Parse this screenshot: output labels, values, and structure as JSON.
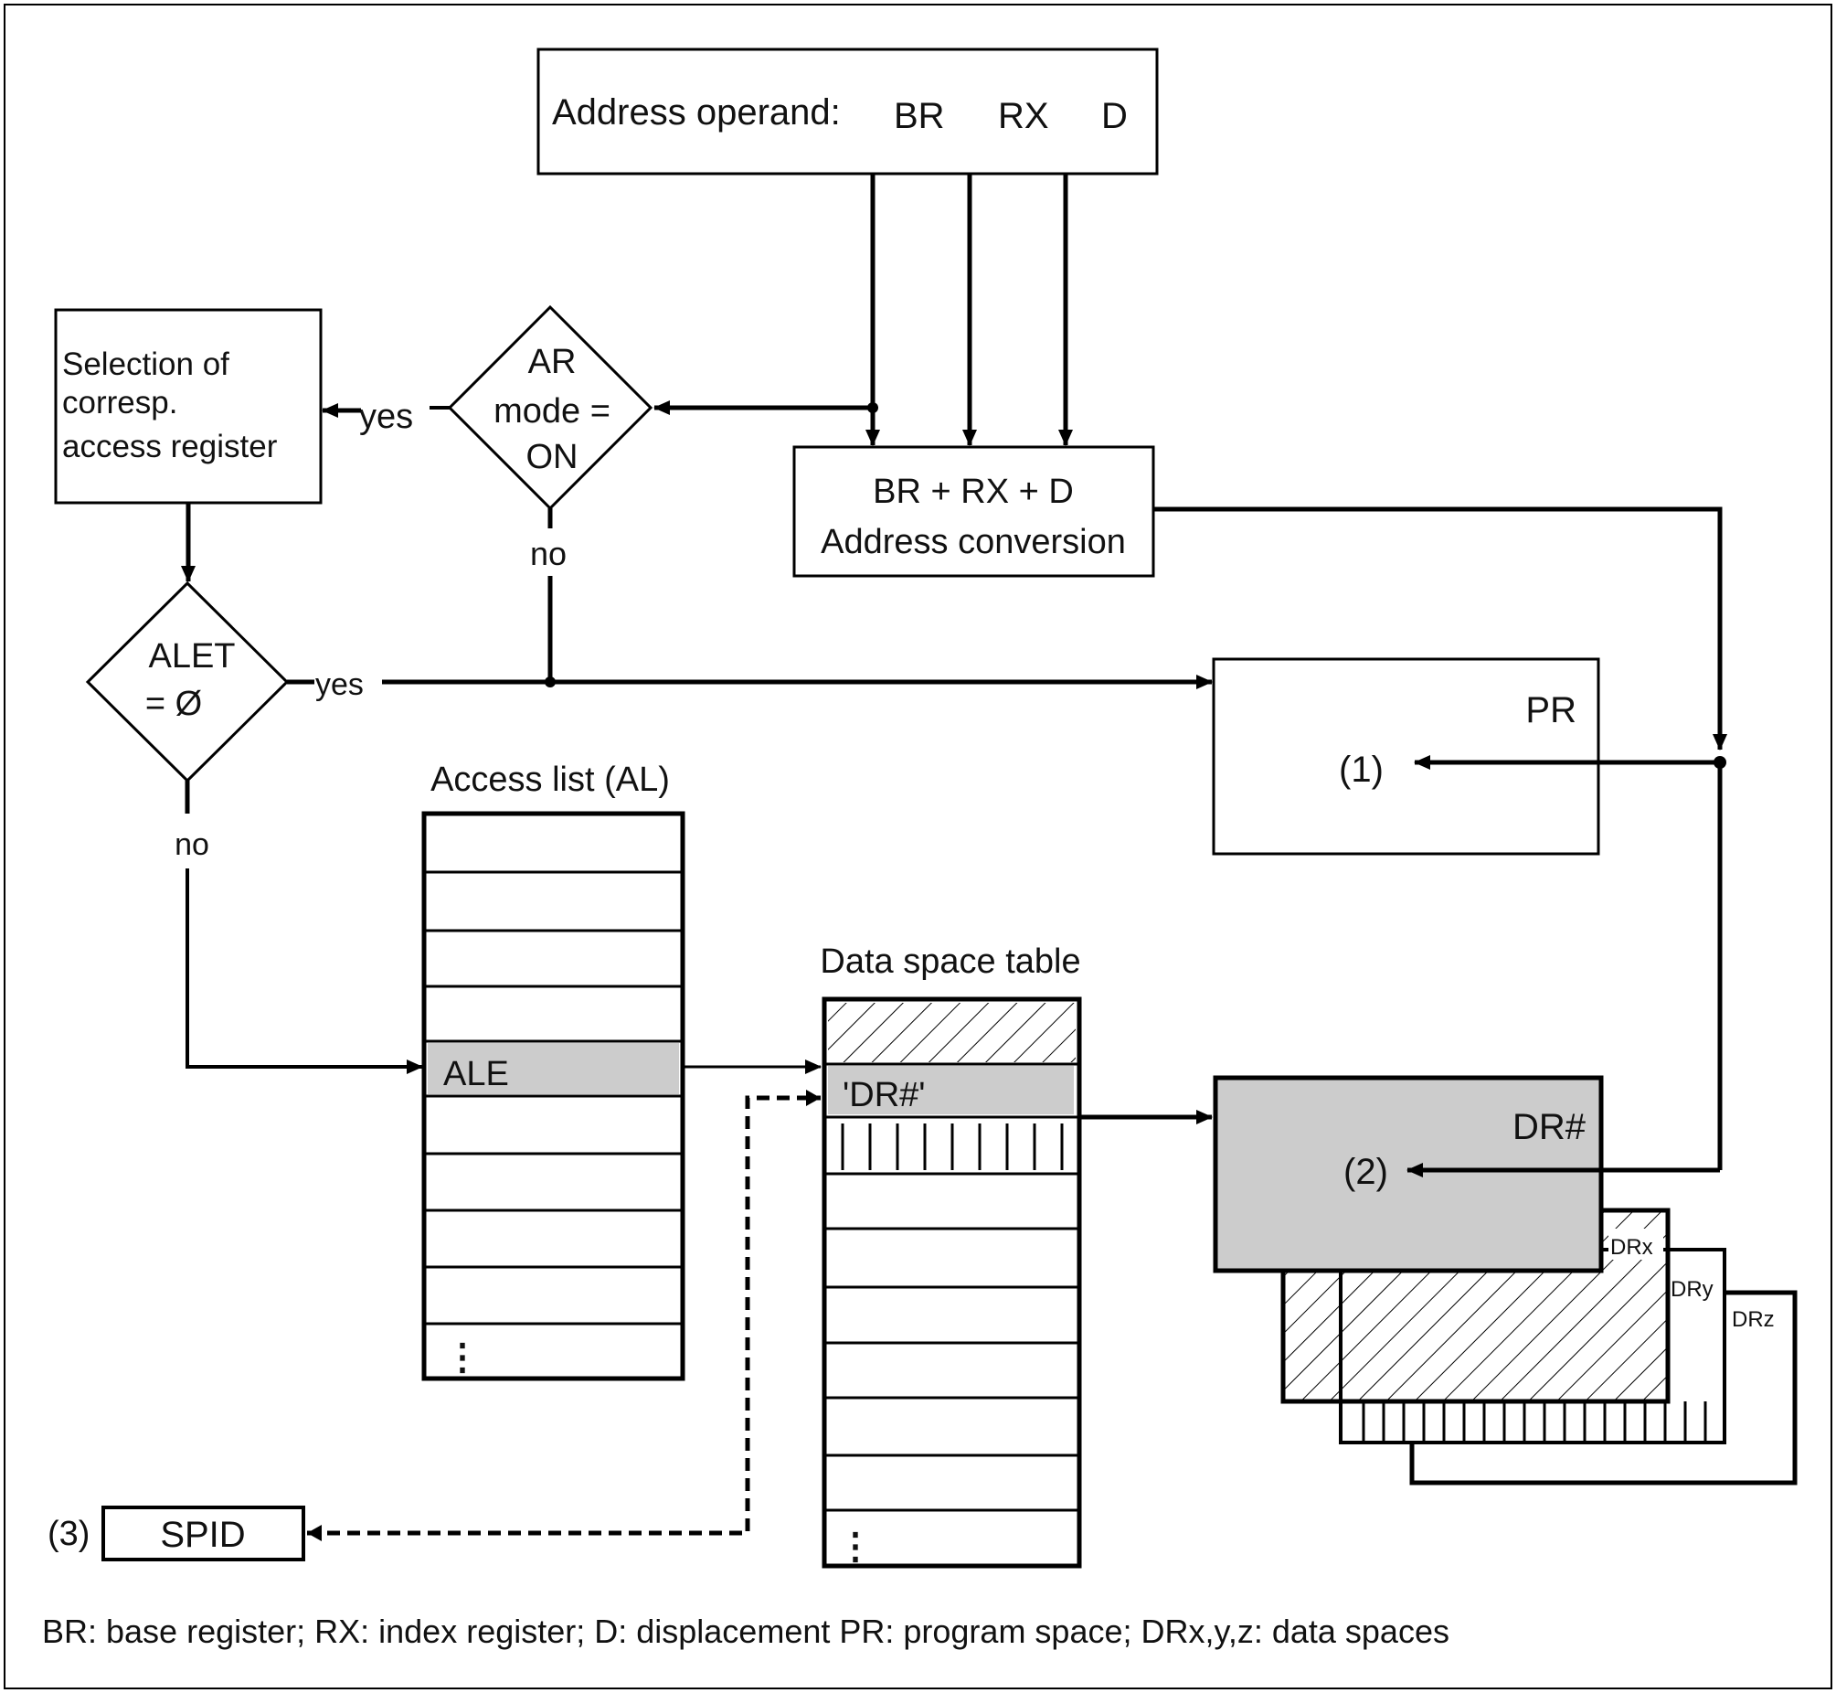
{
  "address_operand": {
    "label": "Address operand:",
    "fields": [
      "BR",
      "RX",
      "D"
    ]
  },
  "selection_box": {
    "lines": [
      "Selection of",
      "corresp.",
      "access register"
    ]
  },
  "ar_decision": {
    "lines": [
      "AR",
      "mode =",
      "ON"
    ],
    "yes": "yes",
    "no": "no"
  },
  "conversion_box": {
    "lines": [
      "BR + RX + D",
      "Address conversion"
    ]
  },
  "alet_decision": {
    "lines": [
      "ALET",
      "= Ø"
    ],
    "yes": "yes",
    "no": "no"
  },
  "pr_box": {
    "title": "PR",
    "marker": "(1)"
  },
  "access_list": {
    "title": "Access list (AL)",
    "highlight": "ALE",
    "ellipsis": "⋮"
  },
  "data_space_table": {
    "title": "Data space table",
    "highlight": "'DR#'",
    "ellipsis": "⋮"
  },
  "dr_box": {
    "title": "DR#",
    "marker": "(2)",
    "stack": [
      "DRx",
      "DRy",
      "DRz"
    ]
  },
  "spid": {
    "marker": "(3)",
    "label": "SPID"
  },
  "legend": "BR: base register; RX: index register; D: displacement PR: program space; DRx,y,z: data spaces",
  "colors": {
    "highlight": "#cccccc",
    "line": "#000000"
  }
}
